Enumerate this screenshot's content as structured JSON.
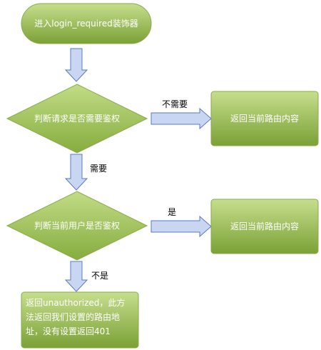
{
  "flow": {
    "start": "进入login_required装饰器",
    "decision1": "判断请求是否需要鉴权",
    "result1": "返回当前路由内容",
    "decision2": "判断当前用户是否鉴权",
    "result2": "返回当前路由内容",
    "final_lines": [
      "返回unauthorized，此方",
      "法返回我们设置的路由地",
      "址，没有设置返回401"
    ],
    "edge_labels": {
      "d1_no_need": "不需要",
      "d1_need": "需要",
      "d2_yes": "是",
      "d2_no": "不是"
    }
  },
  "colors": {
    "fill_light": "#b9d57a",
    "fill_dark": "#7fa63a",
    "stroke": "#8aab4a",
    "arrow_fill": "#c9d6f1",
    "arrow_stroke": "#5a78c6"
  }
}
